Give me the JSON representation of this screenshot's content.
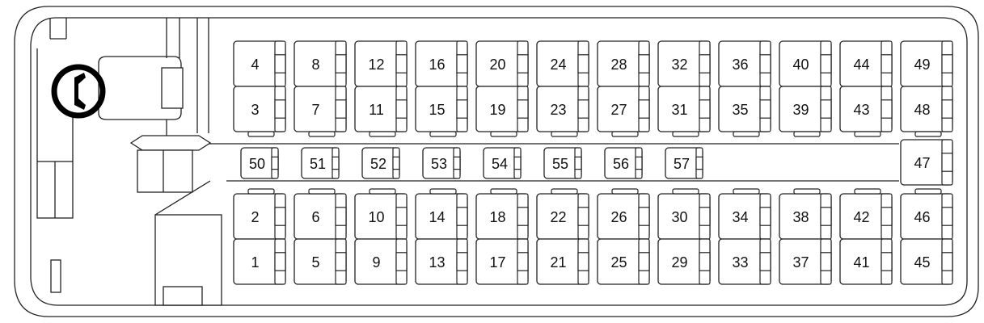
{
  "seats": [
    {
      "label": "4",
      "col": 0,
      "row": 0
    },
    {
      "label": "3",
      "col": 0,
      "row": 1
    },
    {
      "label": "2",
      "col": 0,
      "row": 3
    },
    {
      "label": "1",
      "col": 0,
      "row": 4
    },
    {
      "label": "8",
      "col": 1,
      "row": 0
    },
    {
      "label": "7",
      "col": 1,
      "row": 1
    },
    {
      "label": "6",
      "col": 1,
      "row": 3
    },
    {
      "label": "5",
      "col": 1,
      "row": 4
    },
    {
      "label": "12",
      "col": 2,
      "row": 0
    },
    {
      "label": "11",
      "col": 2,
      "row": 1
    },
    {
      "label": "10",
      "col": 2,
      "row": 3
    },
    {
      "label": "9",
      "col": 2,
      "row": 4
    },
    {
      "label": "16",
      "col": 3,
      "row": 0
    },
    {
      "label": "15",
      "col": 3,
      "row": 1
    },
    {
      "label": "14",
      "col": 3,
      "row": 3
    },
    {
      "label": "13",
      "col": 3,
      "row": 4
    },
    {
      "label": "20",
      "col": 4,
      "row": 0
    },
    {
      "label": "19",
      "col": 4,
      "row": 1
    },
    {
      "label": "18",
      "col": 4,
      "row": 3
    },
    {
      "label": "17",
      "col": 4,
      "row": 4
    },
    {
      "label": "24",
      "col": 5,
      "row": 0
    },
    {
      "label": "23",
      "col": 5,
      "row": 1
    },
    {
      "label": "22",
      "col": 5,
      "row": 3
    },
    {
      "label": "21",
      "col": 5,
      "row": 4
    },
    {
      "label": "28",
      "col": 6,
      "row": 0
    },
    {
      "label": "27",
      "col": 6,
      "row": 1
    },
    {
      "label": "26",
      "col": 6,
      "row": 3
    },
    {
      "label": "25",
      "col": 6,
      "row": 4
    },
    {
      "label": "32",
      "col": 7,
      "row": 0
    },
    {
      "label": "31",
      "col": 7,
      "row": 1
    },
    {
      "label": "30",
      "col": 7,
      "row": 3
    },
    {
      "label": "29",
      "col": 7,
      "row": 4
    },
    {
      "label": "36",
      "col": 8,
      "row": 0
    },
    {
      "label": "35",
      "col": 8,
      "row": 1
    },
    {
      "label": "34",
      "col": 8,
      "row": 3
    },
    {
      "label": "33",
      "col": 8,
      "row": 4
    },
    {
      "label": "40",
      "col": 9,
      "row": 0
    },
    {
      "label": "39",
      "col": 9,
      "row": 1
    },
    {
      "label": "38",
      "col": 9,
      "row": 3
    },
    {
      "label": "37",
      "col": 9,
      "row": 4
    },
    {
      "label": "44",
      "col": 10,
      "row": 0
    },
    {
      "label": "43",
      "col": 10,
      "row": 1
    },
    {
      "label": "42",
      "col": 10,
      "row": 3
    },
    {
      "label": "41",
      "col": 10,
      "row": 4
    },
    {
      "label": "49",
      "col": 11,
      "row": 0
    },
    {
      "label": "48",
      "col": 11,
      "row": 1
    },
    {
      "label": "47",
      "col": 11,
      "row": 2
    },
    {
      "label": "46",
      "col": 11,
      "row": 3
    },
    {
      "label": "45",
      "col": 11,
      "row": 4
    }
  ],
  "aisle_seats": [
    {
      "label": "50",
      "col": 0
    },
    {
      "label": "51",
      "col": 1
    },
    {
      "label": "52",
      "col": 2
    },
    {
      "label": "53",
      "col": 3
    },
    {
      "label": "54",
      "col": 4
    },
    {
      "label": "55",
      "col": 5
    },
    {
      "label": "56",
      "col": 6
    },
    {
      "label": "57",
      "col": 7
    }
  ]
}
